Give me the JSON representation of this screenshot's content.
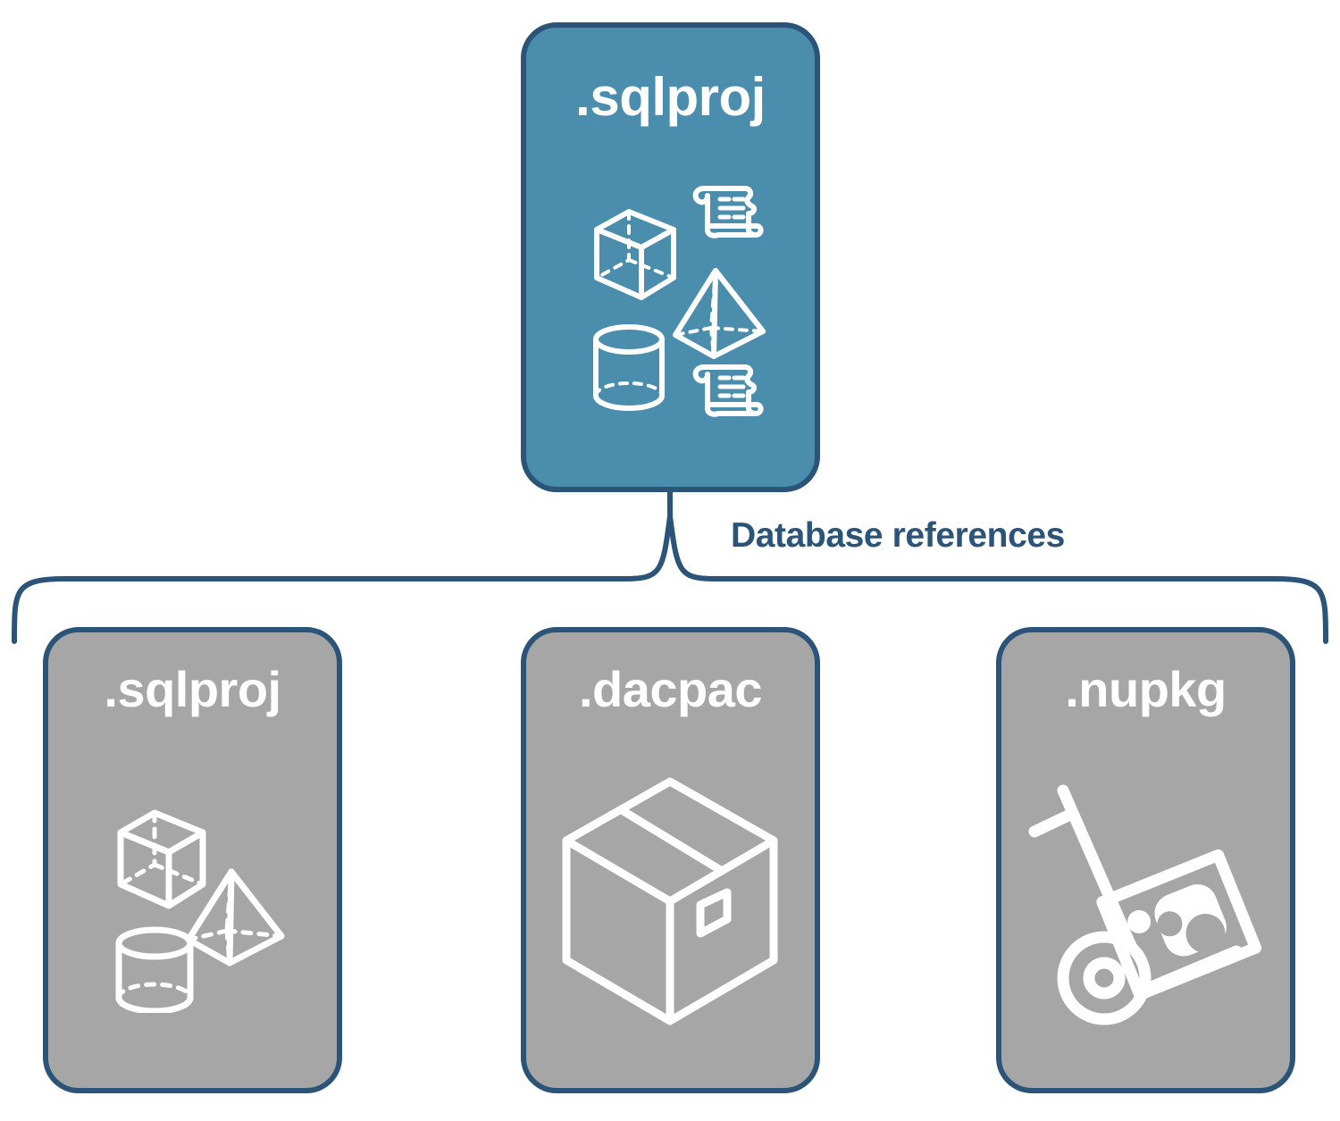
{
  "diagram": {
    "title_node": {
      "label": ".sqlproj",
      "fill": "#4B8DAD",
      "border": "#2B5478",
      "text_color": "#FFFFFF",
      "icons": [
        "cube-wireframe-icon",
        "pyramid-wireframe-icon",
        "cylinder-wireframe-icon",
        "script-scroll-icon",
        "script-scroll-icon"
      ]
    },
    "connector": {
      "label": "Database references",
      "color": "#2B5478",
      "style": "curly-brace"
    },
    "reference_nodes": [
      {
        "label": ".sqlproj",
        "fill": "#A6A6A6",
        "border": "#2B5478",
        "text_color": "#FFFFFF",
        "icons": [
          "cube-wireframe-icon",
          "pyramid-wireframe-icon",
          "cylinder-wireframe-icon"
        ]
      },
      {
        "label": ".dacpac",
        "fill": "#A6A6A6",
        "border": "#2B5478",
        "text_color": "#FFFFFF",
        "icons": [
          "package-box-icon"
        ]
      },
      {
        "label": ".nupkg",
        "fill": "#A6A6A6",
        "border": "#2B5478",
        "text_color": "#FFFFFF",
        "icons": [
          "hand-truck-package-icon"
        ]
      }
    ]
  }
}
